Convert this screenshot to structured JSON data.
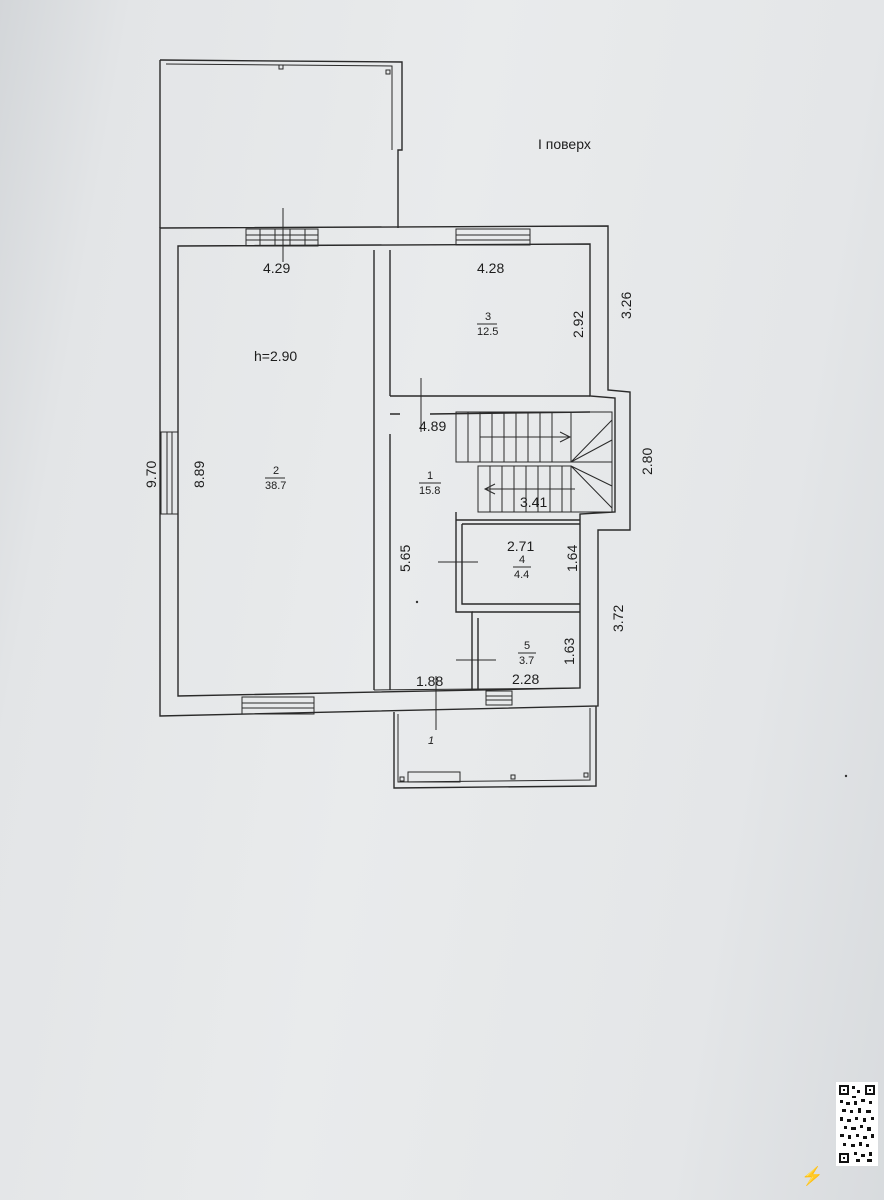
{
  "floor_title": "І поверх",
  "height_label": "h=2.90",
  "rooms": [
    {
      "id": "room-1",
      "number": "1",
      "area": "15.8"
    },
    {
      "id": "room-2",
      "number": "2",
      "area": "38.7"
    },
    {
      "id": "room-3",
      "number": "3",
      "area": "12.5"
    },
    {
      "id": "room-4",
      "number": "4",
      "area": "4.4"
    },
    {
      "id": "room-5",
      "number": "5",
      "area": "3.7"
    }
  ],
  "dimensions": {
    "overall_left": "9.70",
    "room2_height": "8.89",
    "room2_width": "4.29",
    "room3_width": "4.28",
    "room3_height": "2.92",
    "right_upper": "3.26",
    "stair_top": "4.89",
    "stair_bottom": "3.41",
    "stair_side": "2.80",
    "hall_height": "5.65",
    "room4_width": "2.71",
    "room4_height": "1.64",
    "right_lower": "3.72",
    "room5_height": "1.63",
    "room5_width": "2.28",
    "entry_width": "1.88"
  },
  "entrance_mark": "1",
  "corner_mark": "⚡"
}
